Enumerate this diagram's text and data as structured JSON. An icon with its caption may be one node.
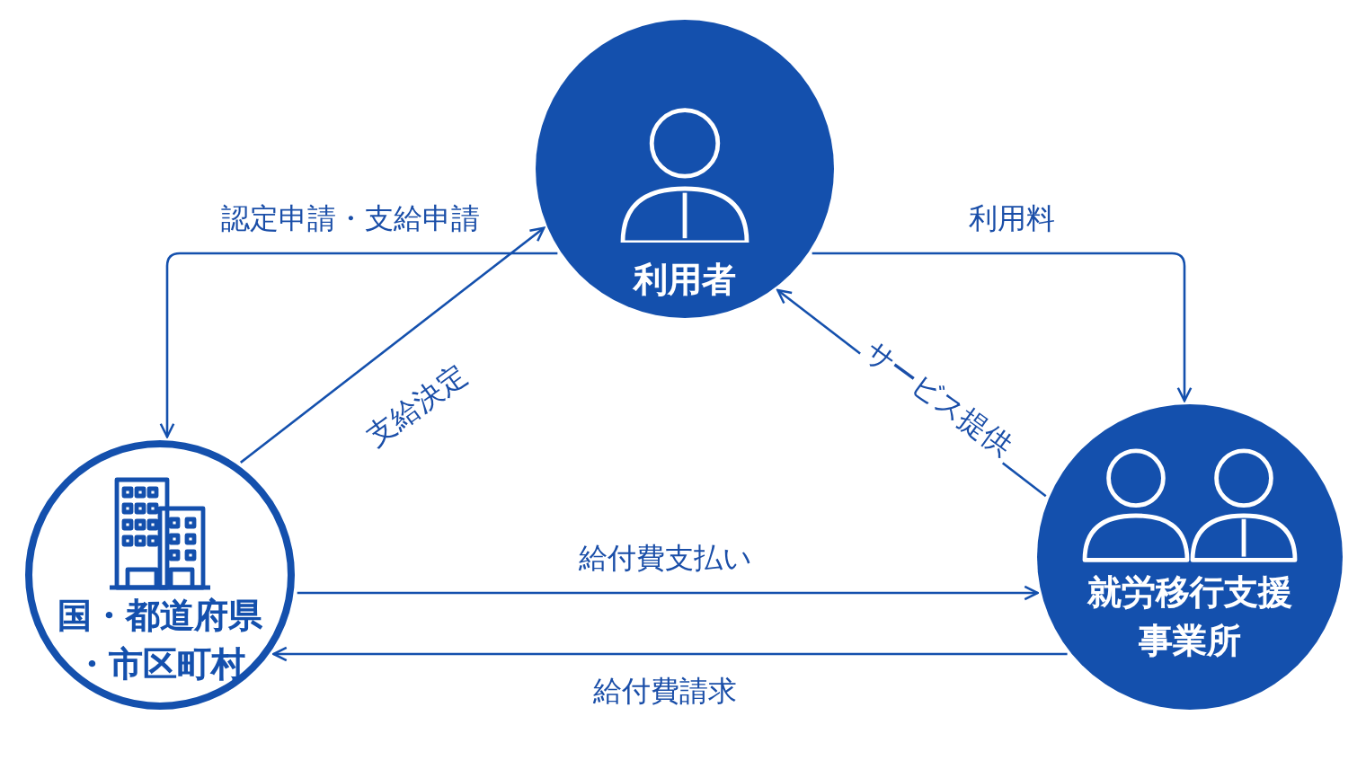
{
  "diagram": {
    "nodes": [
      {
        "text": [
          "利用者"
        ]
      },
      {
        "text": [
          "国・都道府県・市区町村"
        ]
      },
      {
        "text": [
          "就労移行支援事業所"
        ]
      }
    ],
    "edges": [
      {
        "from": 0,
        "to": 1,
        "arrow": "to",
        "label": "認定申請・支給申請"
      },
      {
        "from": 1,
        "to": 0,
        "arrow": "to",
        "label": "支給決定"
      },
      {
        "from": 0,
        "to": 2,
        "arrow": "to",
        "label": "利用料"
      },
      {
        "from": 2,
        "to": 0,
        "arrow": "to",
        "label": "サービス提供"
      },
      {
        "from": 1,
        "to": 2,
        "arrow": "to",
        "label": "給付費支払い"
      },
      {
        "from": 2,
        "to": 1,
        "arrow": "to",
        "label": "給付費請求"
      }
    ]
  }
}
